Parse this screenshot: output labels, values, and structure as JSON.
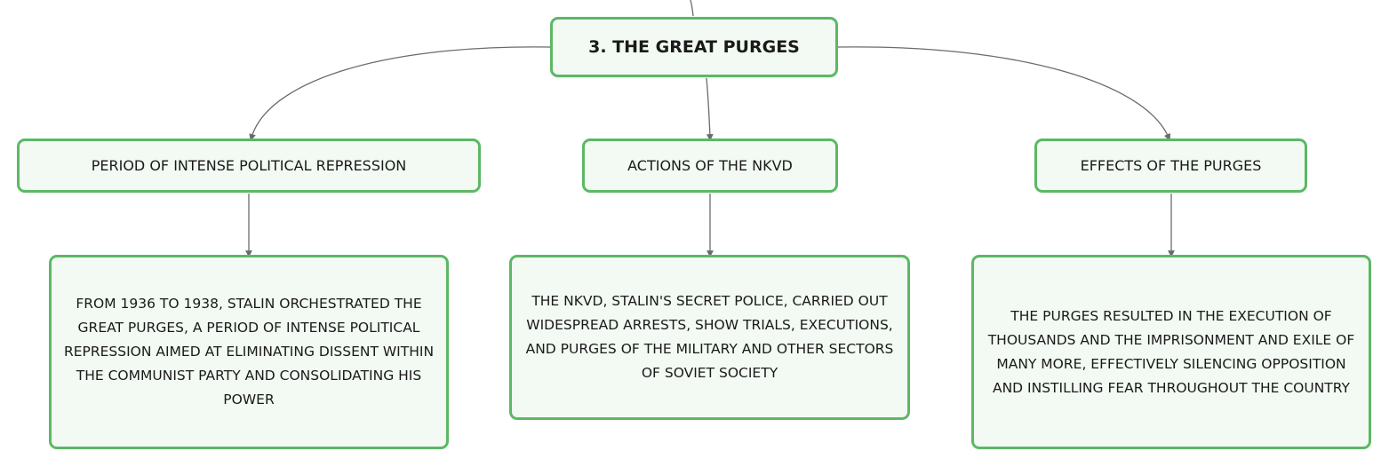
{
  "diagram": {
    "root": {
      "label": "3. THE GREAT PURGES"
    },
    "branches": [
      {
        "label": "PERIOD OF INTENSE POLITICAL REPRESSION",
        "detail": "FROM 1936 TO 1938, STALIN ORCHESTRATED THE GREAT PURGES, A PERIOD OF INTENSE POLITICAL REPRESSION AIMED AT ELIMINATING DISSENT WITHIN THE COMMUNIST PARTY AND CONSOLIDATING HIS POWER"
      },
      {
        "label": "ACTIONS OF THE NKVD",
        "detail": "THE NKVD, STALIN'S SECRET POLICE, CARRIED OUT WIDESPREAD ARRESTS, SHOW TRIALS, EXECUTIONS, AND PURGES OF THE MILITARY AND OTHER SECTORS OF SOVIET SOCIETY"
      },
      {
        "label": "EFFECTS OF THE PURGES",
        "detail": "THE PURGES RESULTED IN THE EXECUTION OF THOUSANDS AND THE IMPRISONMENT AND EXILE OF MANY MORE, EFFECTIVELY SILENCING OPPOSITION AND INSTILLING FEAR THROUGHOUT THE COUNTRY"
      }
    ]
  },
  "colors": {
    "node_border": "#5cb865",
    "node_fill": "#f2faf3",
    "connector": "#6b6b6b",
    "text": "#1a1a1a"
  }
}
